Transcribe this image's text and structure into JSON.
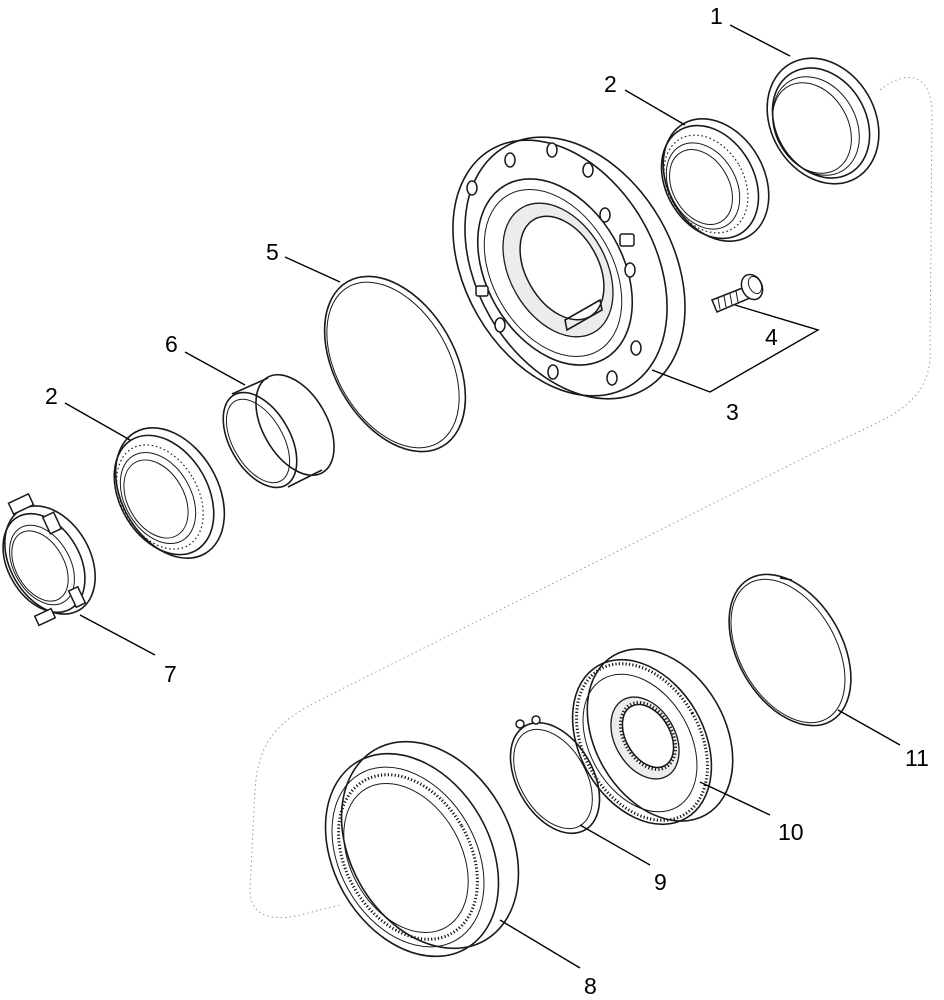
{
  "diagram": {
    "callouts": [
      {
        "id": "1",
        "label": "1"
      },
      {
        "id": "2a",
        "label": "2"
      },
      {
        "id": "3",
        "label": "3"
      },
      {
        "id": "4",
        "label": "4"
      },
      {
        "id": "5",
        "label": "5"
      },
      {
        "id": "6",
        "label": "6"
      },
      {
        "id": "2b",
        "label": "2"
      },
      {
        "id": "7",
        "label": "7"
      },
      {
        "id": "11",
        "label": "11"
      },
      {
        "id": "10",
        "label": "10"
      },
      {
        "id": "9",
        "label": "9"
      },
      {
        "id": "8",
        "label": "8"
      }
    ]
  }
}
